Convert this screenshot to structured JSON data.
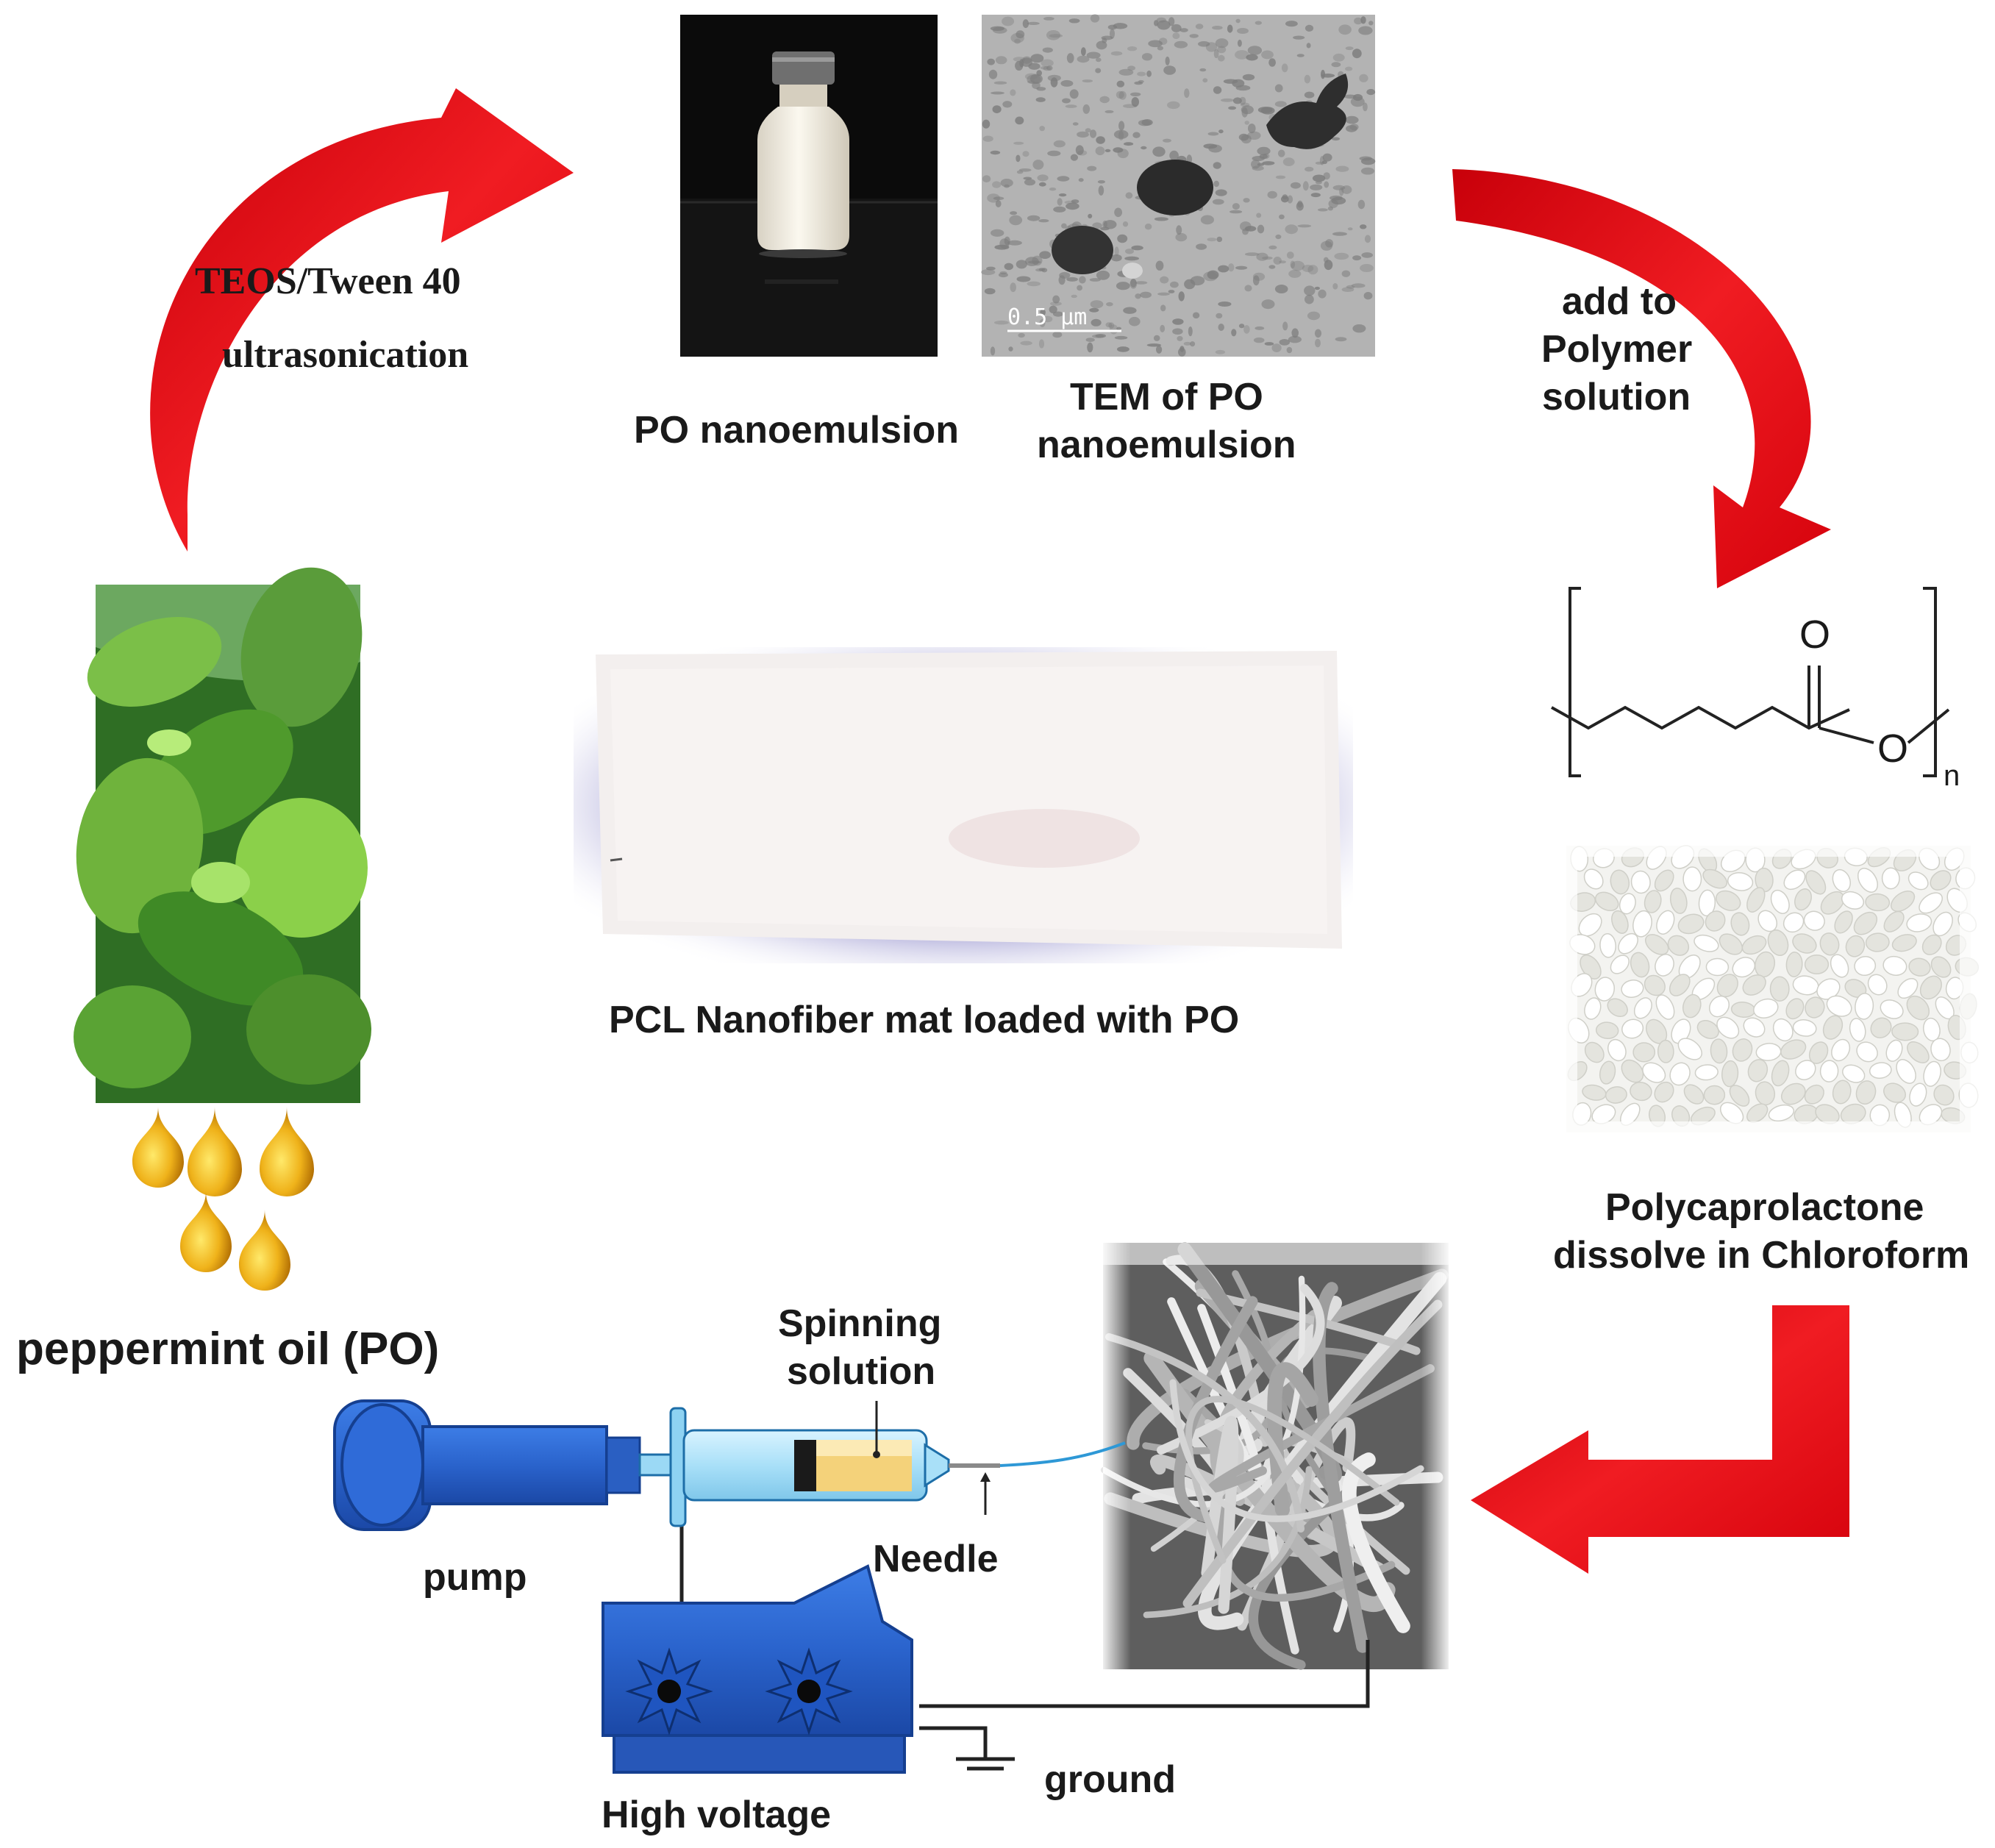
{
  "step1": {
    "line1": "TEOS/Tween 40",
    "line2": "ultrasonication"
  },
  "nanoemulsion_photo_caption": "PO nanoemulsion",
  "tem": {
    "caption_line1": "TEM of PO",
    "caption_line2": "nanoemulsion",
    "scale_bar": "0.5 μm"
  },
  "step2": {
    "line1": "add to",
    "line2": "Polymer",
    "line3": "solution"
  },
  "pcl_structure": {
    "carbonyl_oxygen": "O",
    "ester_oxygen": "O",
    "repeat_subscript": "n"
  },
  "mat_caption": "PCL Nanofiber mat loaded with PO",
  "pcl_pellets": {
    "caption_line1": "Polycaprolactone",
    "caption_line2": "dissolve in Chloroform"
  },
  "peppermint_caption": "peppermint oil (PO)",
  "electrospinning": {
    "spinning_solution_line1": "Spinning",
    "spinning_solution_line2": "solution",
    "pump": "pump",
    "needle": "Needle",
    "high_voltage": "High voltage",
    "ground": "ground"
  },
  "colors": {
    "arrow_red": "#e8101a",
    "device_blue": "#2f6bd8",
    "mint_green": "#4fa23a",
    "oil_gold": "#e8a410"
  }
}
